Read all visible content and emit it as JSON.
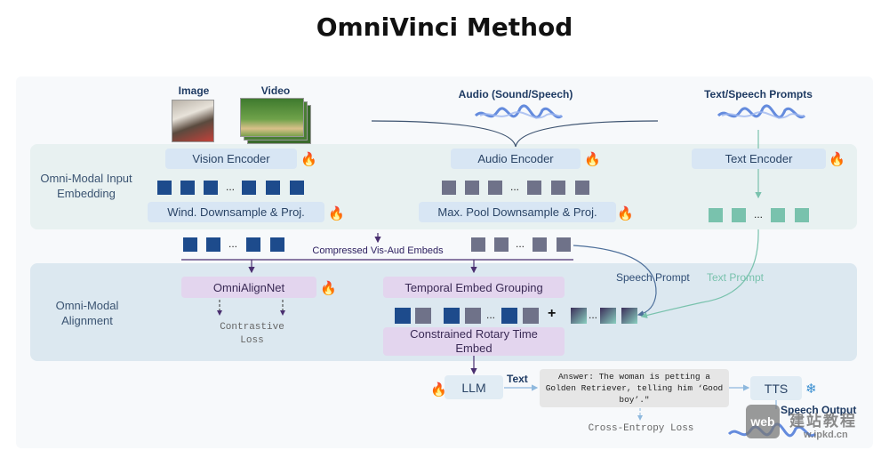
{
  "title": "OmniVinci Method",
  "inputs": {
    "image": "Image",
    "video": "Video",
    "audio": "Audio (Sound/Speech)",
    "text_speech": "Text/Speech Prompts"
  },
  "sections": {
    "embedding": "Omni-Modal Input Embedding",
    "alignment": "Omni-Modal Alignment"
  },
  "encoders": {
    "vision": "Vision Encoder",
    "audio": "Audio Encoder",
    "text": "Text Encoder"
  },
  "downsample": {
    "vision": "Wind. Downsample & Proj.",
    "audio": "Max. Pool Downsample & Proj."
  },
  "compressed_label": "Compressed Vis-Aud Embeds",
  "alignment_modules": {
    "omnialignnet": "OmniAlignNet",
    "temporal": "Temporal Embed Grouping",
    "rotary": "Constrained Rotary Time Embed",
    "contrastive_loss": "Contrastive Loss"
  },
  "prompts": {
    "speech": "Speech Prompt",
    "text": "Text Prompt"
  },
  "output": {
    "llm": "LLM",
    "text_label": "Text",
    "answer": "Answer: The woman is petting a Golden Retriever, telling him ‘Good boy’.\"",
    "tts": "TTS",
    "speech_output": "Speech Output",
    "ce_loss": "Cross-Entropy Loss"
  },
  "symbols": {
    "ellipsis": "...",
    "plus": "+",
    "fire": "🔥",
    "snowflake": "❄"
  },
  "watermark": {
    "brand": "web",
    "cn": "建站教程",
    "url": "w.ipkd.cn"
  },
  "icons": [
    "fire-icon",
    "snowflake-icon",
    "waveform-icon"
  ],
  "colors": {
    "navy": "#1d4b8c",
    "slate": "#6f7289",
    "teal": "#79c2ad",
    "purple_box": "#e3d5ee",
    "blue_box": "#d8e6f4"
  }
}
